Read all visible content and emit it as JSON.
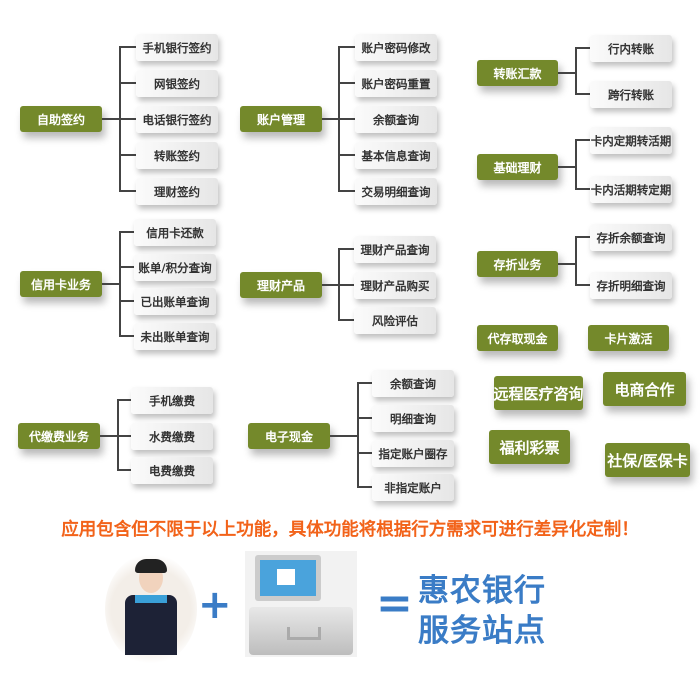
{
  "trees": [
    {
      "root": "自助签约",
      "children": [
        "手机银行签约",
        "网银签约",
        "电话银行签约",
        "转账签约",
        "理财签约"
      ]
    },
    {
      "root": "账户管理",
      "children": [
        "账户密码修改",
        "账户密码重置",
        "余额查询",
        "基本信息查询",
        "交易明细查询"
      ]
    },
    {
      "root": "转账汇款",
      "children": [
        "行内转账",
        "跨行转账"
      ]
    },
    {
      "root": "基础理财",
      "children": [
        "卡内定期转活期",
        "卡内活期转定期"
      ]
    },
    {
      "root": "信用卡业务",
      "children": [
        "信用卡还款",
        "账单/积分查询",
        "已出账单查询",
        "未出账单查询"
      ]
    },
    {
      "root": "理财产品",
      "children": [
        "理财产品查询",
        "理财产品购买",
        "风险评估"
      ]
    },
    {
      "root": "存折业务",
      "children": [
        "存折余额查询",
        "存折明细查询"
      ]
    },
    {
      "root": "代缴费业务",
      "children": [
        "手机缴费",
        "水费缴费",
        "电费缴费"
      ]
    },
    {
      "root": "电子现金",
      "children": [
        "余额查询",
        "明细查询",
        "指定账户圈存",
        "非指定账户"
      ]
    }
  ],
  "standalone": [
    "代存取现金",
    "卡片激活",
    "远程医疗咨询",
    "电商合作",
    "福利彩票",
    "社保/医保卡"
  ],
  "note": "应用包含但不限于以上功能，具体功能将根据行方需求可进行差异化定制！",
  "equation": {
    "plus": "+",
    "equals": "=",
    "result_line1": "惠农银行",
    "result_line2": "服务站点"
  }
}
